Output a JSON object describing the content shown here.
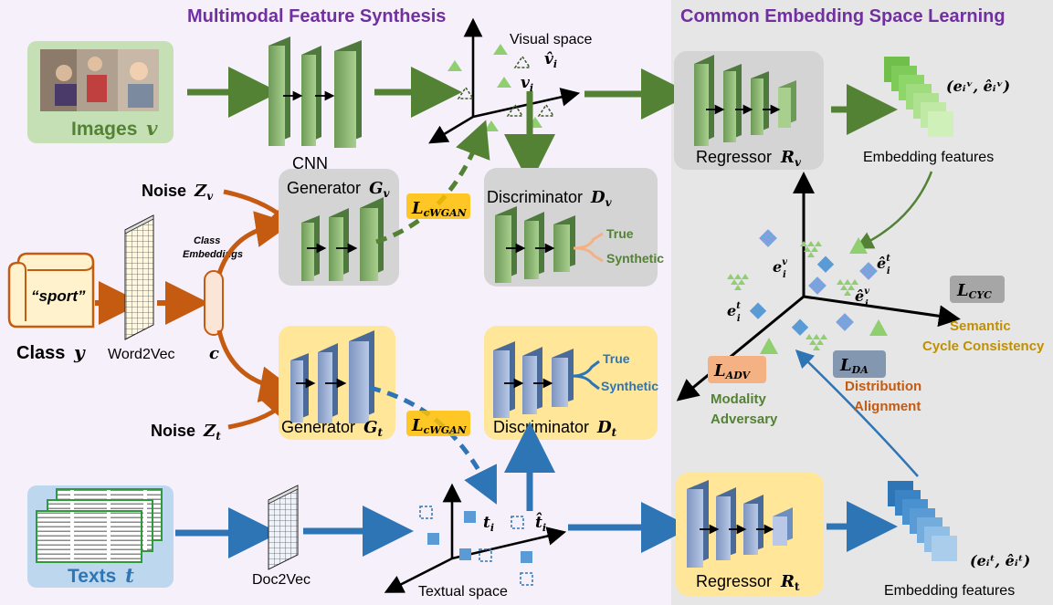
{
  "sections": {
    "left_title": "Multimodal Feature Synthesis",
    "right_title": "Common Embedding Space Learning"
  },
  "inputs": {
    "images": {
      "label": "Images",
      "var": "v"
    },
    "texts": {
      "label": "Texts",
      "var": "t"
    },
    "class_word": "“sport”",
    "class_label": "Class",
    "class_var": "y",
    "noise_v": {
      "label": "Noise",
      "var": "Z",
      "sub": "v"
    },
    "noise_t": {
      "label": "Noise",
      "var": "Z",
      "sub": "t"
    }
  },
  "labels": {
    "cnn": "CNN",
    "word2vec": "Word2Vec",
    "doc2vec": "Doc2Vec",
    "class_emb_line1": "Class",
    "class_emb_line2": "Embeddings",
    "class_emb_var": "c",
    "visual_space": "Visual space",
    "textual_space": "Textual space",
    "v_hat_i": "v̂",
    "v_i": "v",
    "t_i": "t",
    "t_hat_i": "t̂",
    "sub_i": "i",
    "true_v": "True",
    "synthetic_v": "Synthetic",
    "true_t": "True",
    "synthetic_t": "Synthetic",
    "embedding_features_v": "Embedding features",
    "embedding_features_t": "Embedding features",
    "pair_v": "(eᵢᵛ, êᵢᵛ)",
    "pair_t": "(eᵢᵗ, êᵢᵗ)",
    "e_v": "e",
    "e_t": "e",
    "e_hat_t": "ê",
    "e_hat_v": "ê",
    "sup_v": "v",
    "sup_t": "t"
  },
  "modules": {
    "generator_v": {
      "label": "Generator",
      "var": "G",
      "sub": "v"
    },
    "generator_t": {
      "label": "Generator",
      "var": "G",
      "sub": "t"
    },
    "discriminator_v": {
      "label": "Discriminator",
      "var": "D",
      "sub": "v"
    },
    "discriminator_t": {
      "label": "Discriminator",
      "var": "D",
      "sub": "t"
    },
    "regressor_v": {
      "label": "Regressor",
      "var": "R",
      "sub": "v"
    },
    "regressor_t": {
      "label": "Regressor",
      "var": "R",
      "sub": "t"
    }
  },
  "losses": {
    "cwgan_v": {
      "main": "L",
      "sub": "cWGAN"
    },
    "cwgan_t": {
      "main": "L",
      "sub": "cWGAN"
    },
    "cyc": {
      "main": "L",
      "sub": "CYC"
    },
    "adv": {
      "main": "L",
      "sub": "ADV"
    },
    "da": {
      "main": "L",
      "sub": "DA"
    }
  },
  "annotations": {
    "semantic_line1": "Semantic",
    "semantic_line2": "Cycle Consistency",
    "modality_line1": "Modality",
    "modality_line2": "Adversary",
    "distribution_line1": "Distribution",
    "distribution_line2": "Alignment"
  },
  "colors": {
    "title_purple": "#7030a0",
    "green_arrow": "#548235",
    "blue_arrow": "#2e75b6",
    "orange_arrow": "#c55a11",
    "green_text": "#548235",
    "blue_text": "#2e75b6",
    "gold_text": "#c09000",
    "orange_text": "#c55a11",
    "left_bg": "#f6f0fb",
    "right_bg": "#e6e6e6",
    "gray_box": "#d4d4d4",
    "yellow_box": "#ffe699"
  }
}
